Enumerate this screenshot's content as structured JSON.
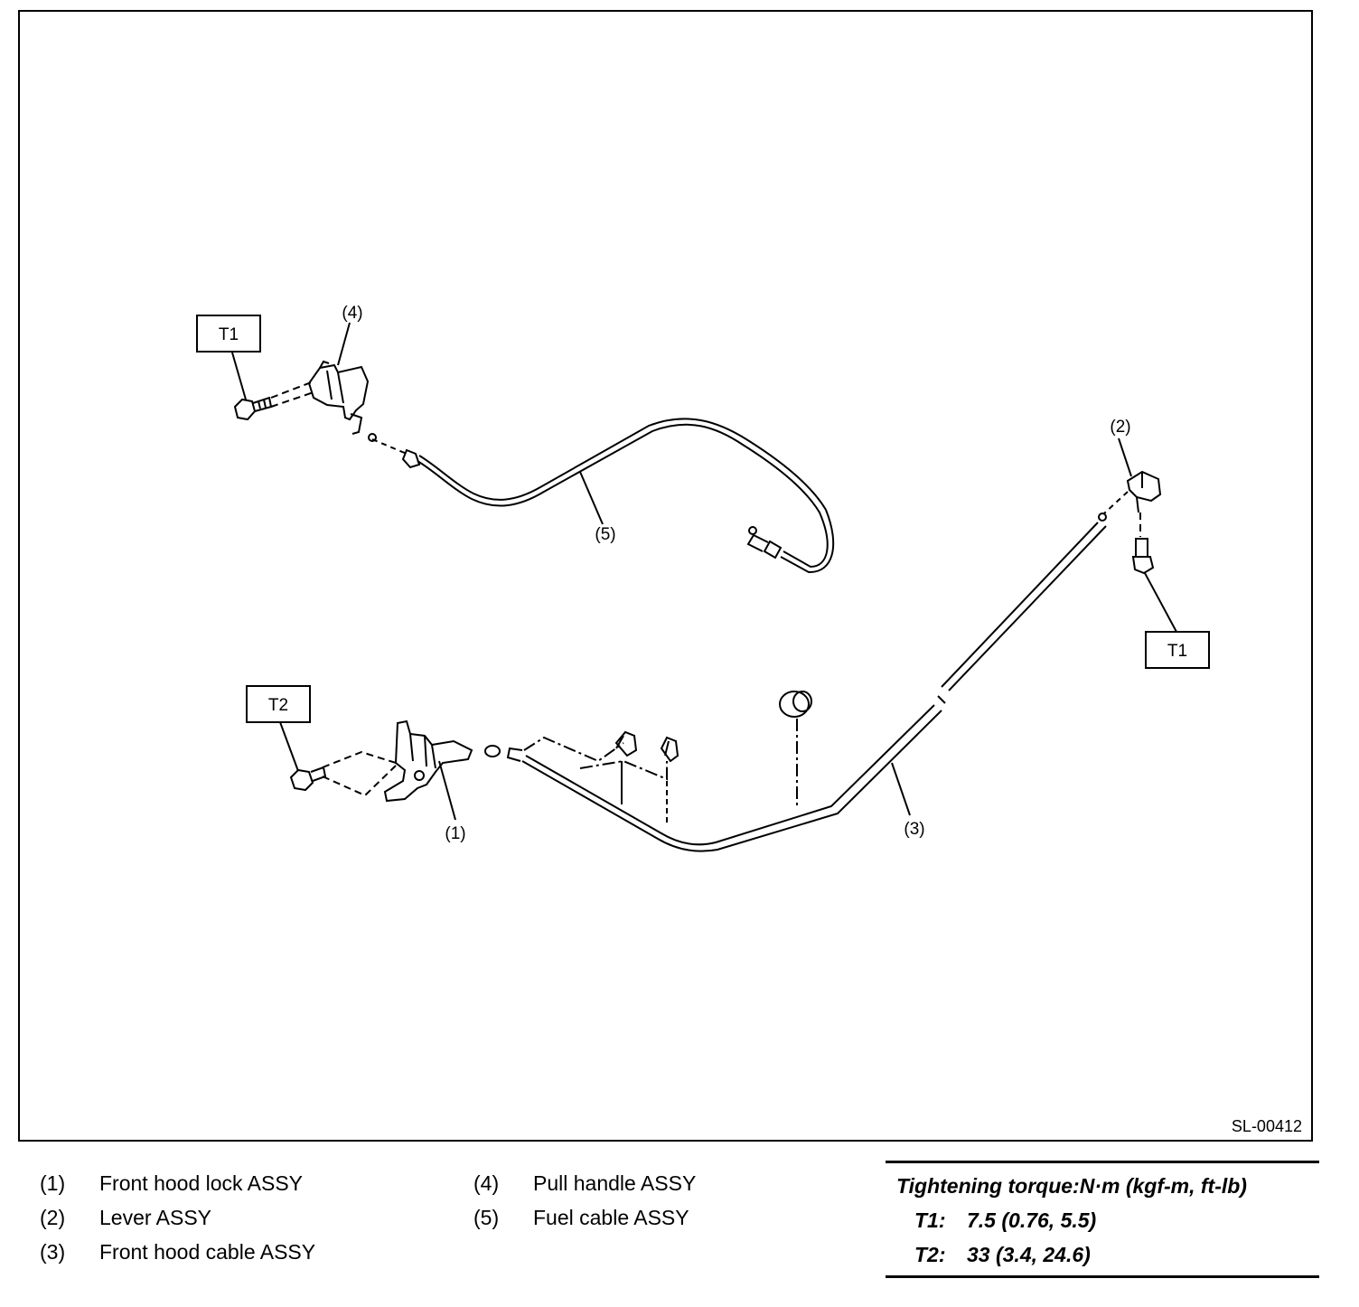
{
  "figure": {
    "id": "SL-00412",
    "callouts": [
      "(1)",
      "(2)",
      "(3)",
      "(4)",
      "(5)"
    ],
    "torque_tags": [
      "T1",
      "T1",
      "T2"
    ]
  },
  "legend": {
    "items": [
      {
        "num": "(1)",
        "label": "Front hood lock ASSY"
      },
      {
        "num": "(2)",
        "label": "Lever ASSY"
      },
      {
        "num": "(3)",
        "label": "Front hood cable ASSY"
      },
      {
        "num": "(4)",
        "label": "Pull handle ASSY"
      },
      {
        "num": "(5)",
        "label": "Fuel cable ASSY"
      }
    ]
  },
  "torque": {
    "title": "Tightening torque:N·m (kgf-m, ft-lb)",
    "rows": [
      {
        "key": "T1:",
        "value": "7.5 (0.76, 5.5)"
      },
      {
        "key": "T2:",
        "value": "33 (3.4, 24.6)"
      }
    ]
  }
}
